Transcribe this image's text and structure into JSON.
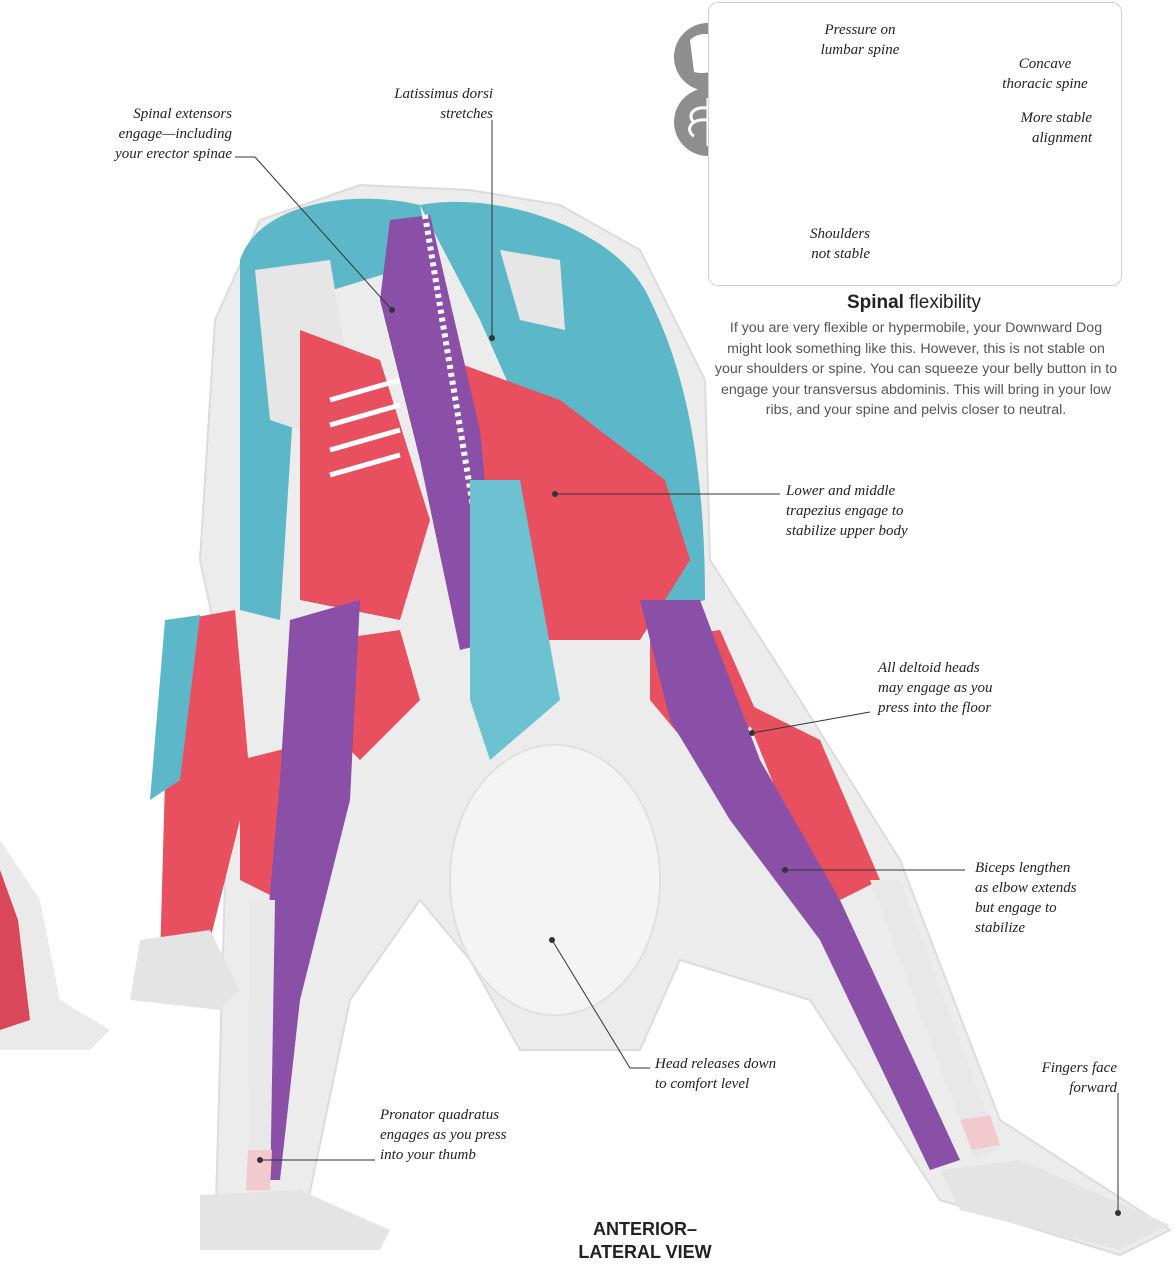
{
  "callouts": {
    "spinal_extensors": "Spinal extensors\nengage—including\nyour erector spinae",
    "latissimus": "Latissimus dorsi\nstretches",
    "trapezius": "Lower and middle\ntrapezius engage to\nstabilize upper body",
    "deltoid": "All deltoid heads\nmay engage as you\npress into the floor",
    "biceps": "Biceps lengthen\nas elbow extends\nbut engage to\nstabilize",
    "head": "Head releases down\nto comfort level",
    "fingers": "Fingers face\nforward",
    "pronator": "Pronator quadratus\nengages as you press\ninto your thumb"
  },
  "inset": {
    "pressure": "Pressure on\nlumbar spine",
    "concave": "Concave\nthoracic spine",
    "stable": "More stable\nalignment",
    "shoulders": "Shoulders\nnot stable",
    "icons": [
      "muscle-arm-icon",
      "ribcage-icon"
    ]
  },
  "spinal": {
    "title_bold": "Spinal",
    "title_rest": " flexibility",
    "body": "If you are very flexible or hypermobile, your Downward Dog might look something like this. However, this is not stable on your shoulders or spine. You can squeeze your belly button in to engage your transversus abdominis. This will bring in your low ribs, and your spine and pelvis closer to neutral."
  },
  "view_label": "ANTERIOR–\nLATERAL VIEW",
  "colors": {
    "muscle_red": "#e8505f",
    "muscle_teal": "#5cb8c9",
    "muscle_purple": "#8a4fa6",
    "bone": "#eeeeee",
    "body_halo": "#e9e9e9"
  }
}
